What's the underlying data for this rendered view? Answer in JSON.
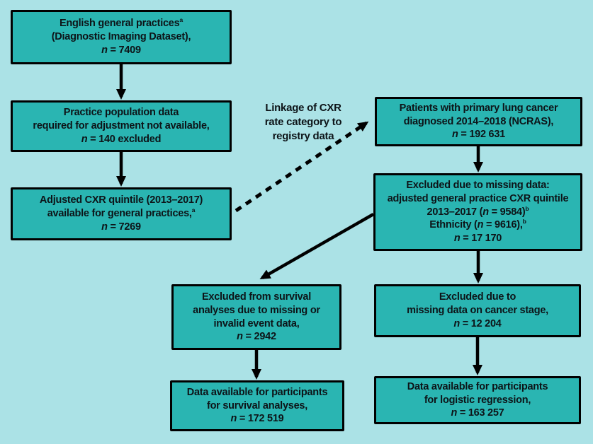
{
  "palette": {
    "background": "#abe2e6",
    "box_fill": "#2ab5b2",
    "box_border": "#000000",
    "text": "#0d1418",
    "arrow": "#000000"
  },
  "boxes": {
    "english_practices": {
      "lines": [
        "English general practices^{a}",
        "(Diagnostic Imaging Dataset),",
        "*n* = 7409"
      ]
    },
    "population_excluded": {
      "lines": [
        "Practice population data",
        "required for adjustment not available,",
        "*n* = 140 excluded"
      ]
    },
    "adjusted_quintile": {
      "lines": [
        "Adjusted CXR quintile (2013–2017)",
        "available for general practices,^{a}",
        "*n* = 7269"
      ]
    },
    "lung_cancer_patients": {
      "lines": [
        "Patients with primary lung cancer",
        "diagnosed 2014–2018 (NCRAS),",
        "*n* = 192 631"
      ]
    },
    "excluded_missing_data": {
      "lines": [
        "Excluded due to missing data:",
        "adjusted general practice CXR quintile",
        "2013–2017 (*n* = 9584)^{b}",
        "Ethnicity (*n* = 9616),^{b}",
        "*n* = 17 170"
      ]
    },
    "excluded_survival": {
      "lines": [
        "Excluded from survival",
        "analyses due to missing or",
        "invalid event data,",
        "*n* = 2942"
      ]
    },
    "survival_data": {
      "lines": [
        "Data available for participants",
        "for survival analyses,",
        "*n* = 172 519"
      ]
    },
    "excluded_stage": {
      "lines": [
        "Excluded due to",
        "missing data on cancer stage,",
        "*n* = 12 204"
      ]
    },
    "logistic_data": {
      "lines": [
        "Data available for participants",
        "for logistic regression,",
        "*n* = 163 257"
      ]
    }
  },
  "link_label": {
    "lines": [
      "Linkage of CXR",
      "rate category to",
      "registry data"
    ]
  }
}
